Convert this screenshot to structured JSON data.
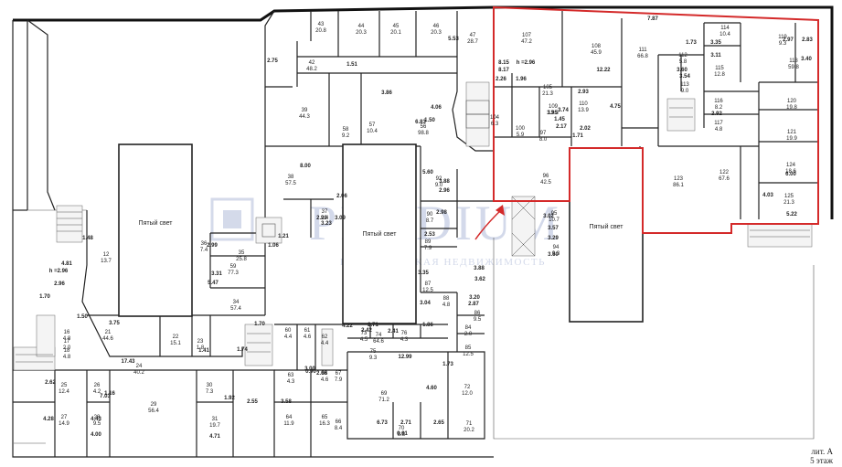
{
  "watermark": {
    "brand": "PRADIUM",
    "subtitle": "КОММЕРЧЕСКАЯ НЕДВИЖИМОСТЬ"
  },
  "caption": {
    "line1": "лит. А",
    "line2": "5 этаж"
  },
  "voids": [
    {
      "id": "void-left",
      "label": "Пятый свет"
    },
    {
      "id": "void-center",
      "label": "Пятый свет"
    },
    {
      "id": "void-right",
      "label": "Пятый свет"
    }
  ],
  "rooms": [
    {
      "num": "43",
      "area": "20.8"
    },
    {
      "num": "44",
      "area": "20.3"
    },
    {
      "num": "45",
      "area": "20.1"
    },
    {
      "num": "46",
      "area": "20.3"
    },
    {
      "num": "47",
      "area": "28.7"
    },
    {
      "num": "42",
      "area": "48.2"
    },
    {
      "num": "39",
      "area": "44.3"
    },
    {
      "num": "58",
      "area": "9.2"
    },
    {
      "num": "57",
      "area": "10.4"
    },
    {
      "num": "56",
      "area": "98.8"
    },
    {
      "num": "38",
      "area": "57.5"
    },
    {
      "num": "37",
      "area": "9.4"
    },
    {
      "num": "36",
      "area": "7.4"
    },
    {
      "num": "35",
      "area": "25.8"
    },
    {
      "num": "59",
      "area": "77.3"
    },
    {
      "num": "34",
      "area": "57.4"
    },
    {
      "num": "12",
      "area": "13.7"
    },
    {
      "num": "21",
      "area": "44.6"
    },
    {
      "num": "22",
      "area": "15.1"
    },
    {
      "num": "23",
      "area": "1.8"
    },
    {
      "num": "24",
      "area": "40.2"
    },
    {
      "num": "25",
      "area": "12.4"
    },
    {
      "num": "26",
      "area": "4.2"
    },
    {
      "num": "27",
      "area": "14.9"
    },
    {
      "num": "28",
      "area": "9.5"
    },
    {
      "num": "29",
      "area": "56.4"
    },
    {
      "num": "30",
      "area": "7.3"
    },
    {
      "num": "31",
      "area": "19.7"
    },
    {
      "num": "60",
      "area": "4.4"
    },
    {
      "num": "61",
      "area": "4.6"
    },
    {
      "num": "62",
      "area": "4.4"
    },
    {
      "num": "63",
      "area": "4.3"
    },
    {
      "num": "64",
      "area": "11.9"
    },
    {
      "num": "65",
      "area": "16.3"
    },
    {
      "num": "66",
      "area": "8.4"
    },
    {
      "num": "67",
      "area": "7.9"
    },
    {
      "num": "68",
      "area": "4.6"
    },
    {
      "num": "69",
      "area": "71.2"
    },
    {
      "num": "70",
      "area": "8.8"
    },
    {
      "num": "71",
      "area": "20.2"
    },
    {
      "num": "72",
      "area": "12.0"
    },
    {
      "num": "73",
      "area": "4.5"
    },
    {
      "num": "74",
      "area": "64.6"
    },
    {
      "num": "75",
      "area": "9.3"
    },
    {
      "num": "76",
      "area": "4.3"
    },
    {
      "num": "84",
      "area": "2.0"
    },
    {
      "num": "85",
      "area": "12.5"
    },
    {
      "num": "86",
      "area": "9.5"
    },
    {
      "num": "87",
      "area": "12.5"
    },
    {
      "num": "88",
      "area": "4.8"
    },
    {
      "num": "89",
      "area": "7.9"
    },
    {
      "num": "90",
      "area": "8.7"
    },
    {
      "num": "92",
      "area": "9.0"
    },
    {
      "num": "94",
      "area": "9.3"
    },
    {
      "num": "95",
      "area": "10.7"
    },
    {
      "num": "96",
      "area": "42.5"
    },
    {
      "num": "97",
      "area": "8.0"
    },
    {
      "num": "100",
      "area": "5.9"
    },
    {
      "num": "104",
      "area": "6.3"
    },
    {
      "num": "105",
      "area": "21.3"
    },
    {
      "num": "107",
      "area": "47.2"
    },
    {
      "num": "108",
      "area": "45.9"
    },
    {
      "num": "109",
      "area": "13.3"
    },
    {
      "num": "110",
      "area": "13.9"
    },
    {
      "num": "111",
      "area": "66.8"
    },
    {
      "num": "112",
      "area": "5.8"
    },
    {
      "num": "113",
      "area": "9.0"
    },
    {
      "num": "114",
      "area": "10.4"
    },
    {
      "num": "115",
      "area": "12.8"
    },
    {
      "num": "116",
      "area": "8.2"
    },
    {
      "num": "117",
      "area": "4.8"
    },
    {
      "num": "118",
      "area": "59.8"
    },
    {
      "num": "119",
      "area": "9.3"
    },
    {
      "num": "120",
      "area": "19.8"
    },
    {
      "num": "121",
      "area": "19.9"
    },
    {
      "num": "122",
      "area": "67.6"
    },
    {
      "num": "123",
      "area": "86.1"
    },
    {
      "num": "124",
      "area": "18.6"
    },
    {
      "num": "125",
      "area": "21.3"
    },
    {
      "num": "16",
      "area": "4.8"
    },
    {
      "num": "17",
      "area": "2.0"
    },
    {
      "num": "18",
      "area": "4.8"
    }
  ],
  "dimensions": [
    "7.87",
    "1.73",
    "3.35",
    "3.11",
    "3.60",
    "3.54",
    "2.97",
    "2.83",
    "3.40",
    "8.15",
    "8.17",
    "h =2.96",
    "1.96",
    "2.26",
    "12.22",
    "2.93",
    "3.95",
    "3.74",
    "4.75",
    "2.92",
    "2.02",
    "2.17",
    "1.45",
    "1.71",
    "1.50",
    "6.83",
    "4.06",
    "3.86",
    "1.51",
    "2.75",
    "5.53",
    "8.00",
    "5.60",
    "3.88",
    "2.96",
    "2.06",
    "2.20",
    "3.23",
    "3.09",
    "2.98",
    "2.53",
    "3.02",
    "3.57",
    "3.29",
    "3.60",
    "3.88",
    "3.35",
    "3.04",
    "3.20",
    "2.87",
    "3.62",
    "1.06",
    "1.21",
    "2.99",
    "3.31",
    "5.47",
    "4.81",
    "2.96",
    "h =2.96",
    "1.48",
    "1.70",
    "1.50",
    "3.75",
    "1.41",
    "1.74",
    "1.70",
    "17.43",
    "2.62",
    "1.16",
    "7.03",
    "4.28",
    "4.43",
    "4.00",
    "4.71",
    "1.92",
    "2.55",
    "3.58",
    "3.00",
    "0.90",
    "2.06",
    "12.99",
    "1.73",
    "2.71",
    "1.86",
    "4.22",
    "2.42",
    "2.41",
    "4.60",
    "6.73",
    "2.71",
    "2.65",
    "0.61",
    "6.00",
    "4.03",
    "5.22"
  ]
}
